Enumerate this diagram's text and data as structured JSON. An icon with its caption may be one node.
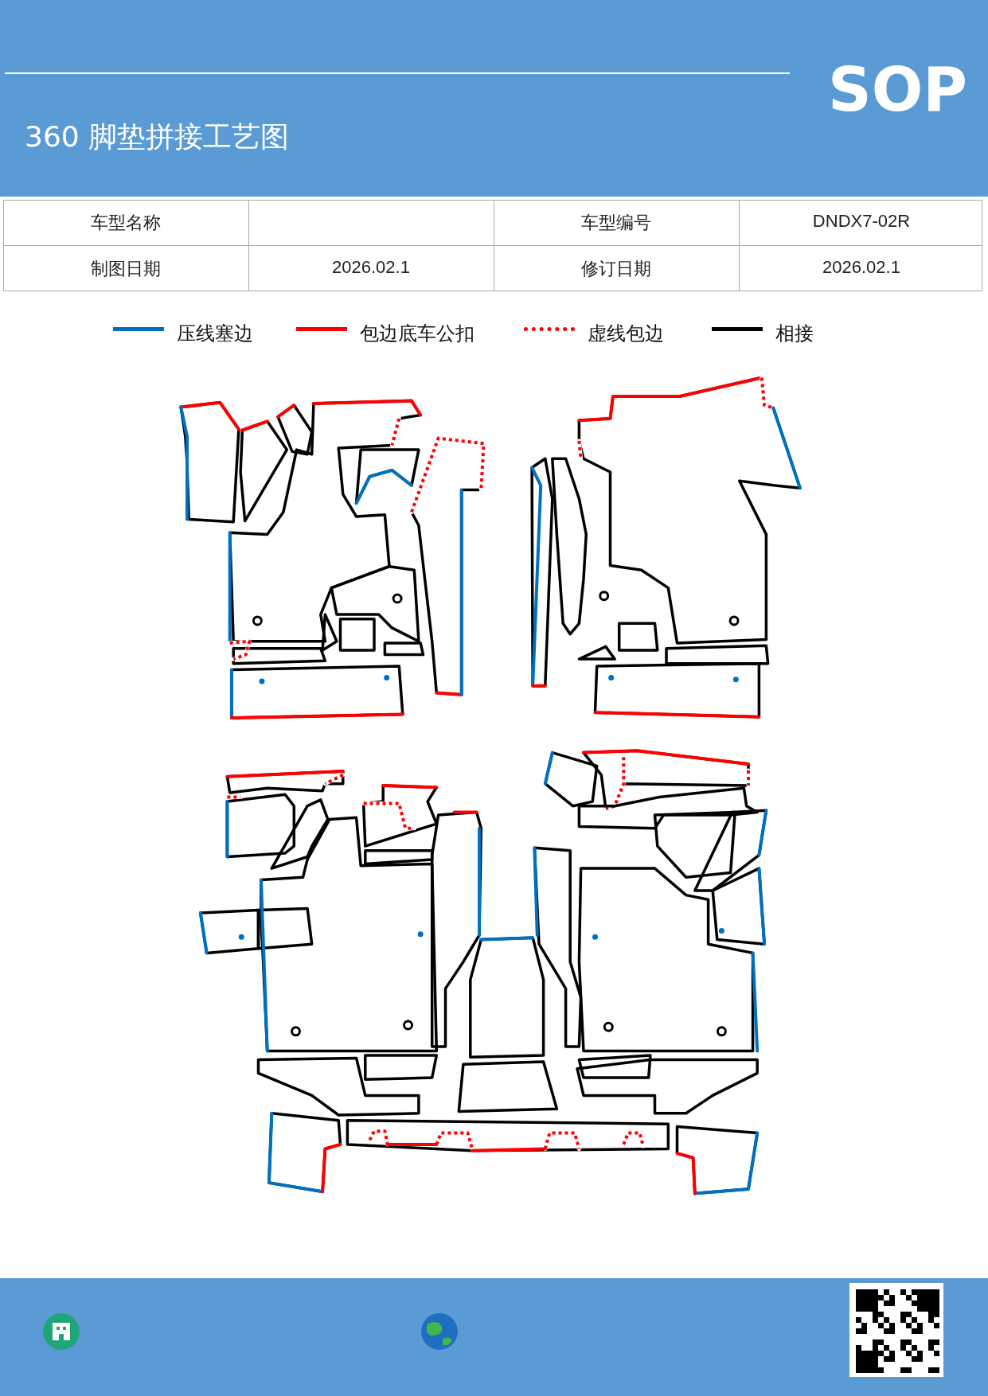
{
  "diagram": {
    "title": "360 脚垫拼接工艺图",
    "labels": [
      "SOP",
      "车型名称",
      "车型编号",
      "DNDX7-02R",
      "制图日期",
      "2026.02.1",
      "修订日期",
      "2026.02.1"
    ],
    "legend": [
      {
        "text": "压线塞边",
        "color": "#0070c0"
      },
      {
        "text": "包边底车公扣",
        "color": "#ff0000"
      },
      {
        "text": "虚线包边",
        "color": "#ff0000"
      },
      {
        "text": "相接",
        "color": "#000000"
      }
    ]
  }
}
